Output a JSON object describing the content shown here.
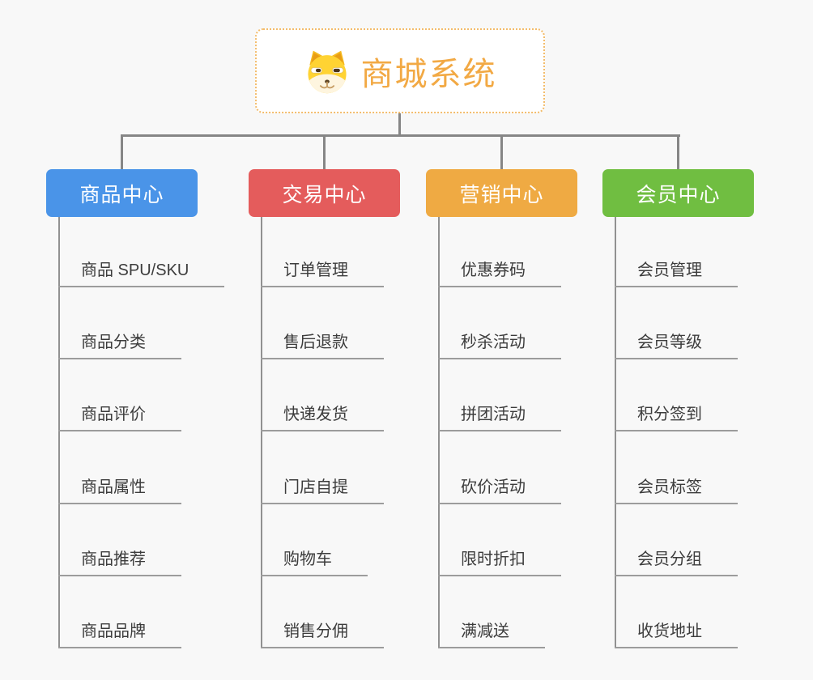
{
  "root": {
    "title": "商城系统",
    "icon": "doge-icon",
    "title_color": "#f2a944",
    "border_color": "#f3bc6b"
  },
  "connector_color": "#868686",
  "underline_color": "#9c9c9c",
  "leaf_text_color": "#3c3c3c",
  "background_color": "#f8f8f8",
  "branches": [
    {
      "label": "商品中心",
      "color": "#4a94e8",
      "items": [
        "商品 SPU/SKU",
        "商品分类",
        "商品评价",
        "商品属性",
        "商品推荐",
        "商品品牌"
      ]
    },
    {
      "label": "交易中心",
      "color": "#e45c5c",
      "items": [
        "订单管理",
        "售后退款",
        "快递发货",
        "门店自提",
        "购物车",
        "销售分佣"
      ]
    },
    {
      "label": "营销中心",
      "color": "#efaa43",
      "items": [
        "优惠券码",
        "秒杀活动",
        "拼团活动",
        "砍价活动",
        "限时折扣",
        "满减送"
      ]
    },
    {
      "label": "会员中心",
      "color": "#70be41",
      "items": [
        "会员管理",
        "会员等级",
        "积分签到",
        "会员标签",
        "会员分组",
        "收货地址"
      ]
    }
  ]
}
